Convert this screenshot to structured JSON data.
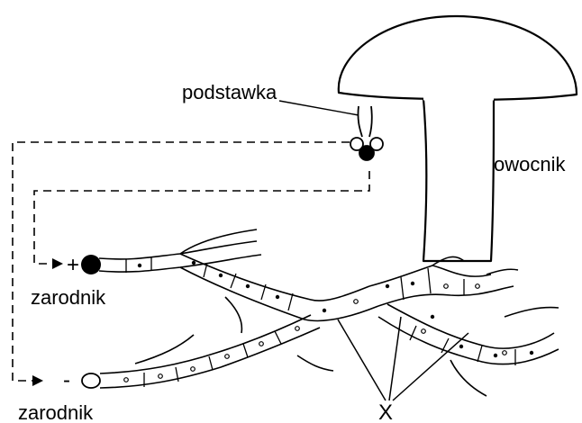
{
  "labels": {
    "basidium": "podstawka",
    "fruiting_body": "owocnik",
    "plus_sign": "+",
    "minus_sign": "-",
    "spore_top": "zarodnik",
    "spore_bottom": "zarodnik",
    "marker": "X"
  }
}
